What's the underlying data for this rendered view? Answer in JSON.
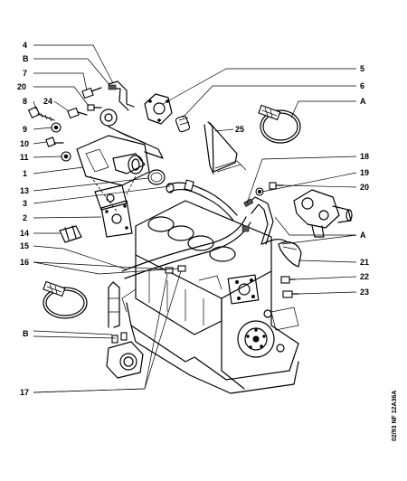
{
  "reference": "02/93 NF 12A36A",
  "callouts": [
    {
      "id": "c4",
      "text": "4"
    },
    {
      "id": "cB1",
      "text": "B"
    },
    {
      "id": "c7",
      "text": "7"
    },
    {
      "id": "c20a",
      "text": "20"
    },
    {
      "id": "c8",
      "text": "8"
    },
    {
      "id": "c24",
      "text": "24"
    },
    {
      "id": "c9",
      "text": "9"
    },
    {
      "id": "c10",
      "text": "10"
    },
    {
      "id": "c11",
      "text": "11"
    },
    {
      "id": "c1",
      "text": "1"
    },
    {
      "id": "c13",
      "text": "13"
    },
    {
      "id": "c3",
      "text": "3"
    },
    {
      "id": "c2",
      "text": "2"
    },
    {
      "id": "c14",
      "text": "14"
    },
    {
      "id": "c15",
      "text": "15"
    },
    {
      "id": "c16",
      "text": "16"
    },
    {
      "id": "cB2",
      "text": "B"
    },
    {
      "id": "c17",
      "text": "17"
    },
    {
      "id": "c5",
      "text": "5"
    },
    {
      "id": "c6",
      "text": "6"
    },
    {
      "id": "cA1",
      "text": "A"
    },
    {
      "id": "c25",
      "text": "25"
    },
    {
      "id": "c18",
      "text": "18"
    },
    {
      "id": "c19",
      "text": "19"
    },
    {
      "id": "c20b",
      "text": "20"
    },
    {
      "id": "cA2",
      "text": "A"
    },
    {
      "id": "c21",
      "text": "21"
    },
    {
      "id": "c22",
      "text": "22"
    },
    {
      "id": "c23",
      "text": "23"
    }
  ]
}
